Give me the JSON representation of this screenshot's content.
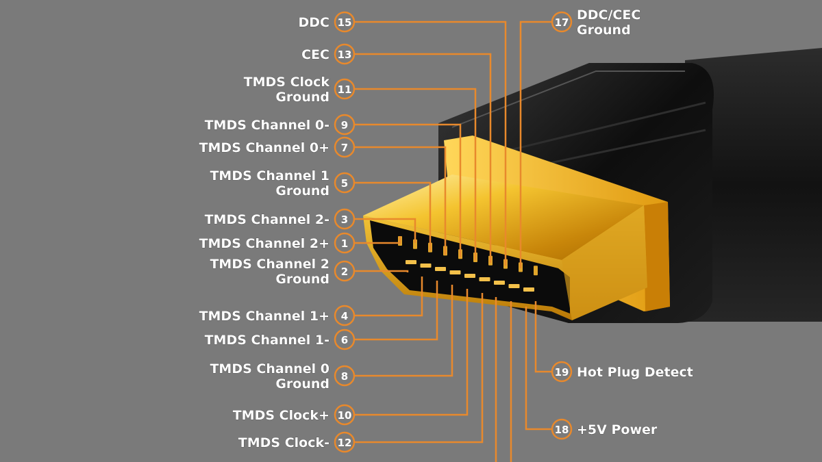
{
  "pins": [
    {
      "num": "15",
      "label": [
        "DDC"
      ]
    },
    {
      "num": "13",
      "label": [
        "CEC"
      ]
    },
    {
      "num": "11",
      "label": [
        "TMDS Clock",
        "Ground"
      ]
    },
    {
      "num": "9",
      "label": [
        "TMDS Channel 0-"
      ]
    },
    {
      "num": "7",
      "label": [
        "TMDS Channel 0+"
      ]
    },
    {
      "num": "5",
      "label": [
        "TMDS Channel 1",
        "Ground"
      ]
    },
    {
      "num": "3",
      "label": [
        "TMDS Channel 2-"
      ]
    },
    {
      "num": "1",
      "label": [
        "TMDS Channel 2+"
      ]
    },
    {
      "num": "2",
      "label": [
        "TMDS Channel 2",
        "Ground"
      ]
    },
    {
      "num": "4",
      "label": [
        "TMDS Channel 1+"
      ]
    },
    {
      "num": "6",
      "label": [
        "TMDS Channel 1-"
      ]
    },
    {
      "num": "8",
      "label": [
        "TMDS Channel 0",
        "Ground"
      ]
    },
    {
      "num": "10",
      "label": [
        "TMDS Clock+"
      ]
    },
    {
      "num": "12",
      "label": [
        "TMDS Clock-"
      ]
    },
    {
      "num": "17",
      "label": [
        "DDC/CEC",
        "Ground"
      ]
    },
    {
      "num": "19",
      "label": [
        "Hot Plug Detect"
      ]
    },
    {
      "num": "18",
      "label": [
        "+5V Power"
      ]
    }
  ],
  "colors": {
    "background": "#7a7a7a",
    "wire": "#e8892c",
    "gold": "#d4a017",
    "cable": "#1a1a1a"
  }
}
